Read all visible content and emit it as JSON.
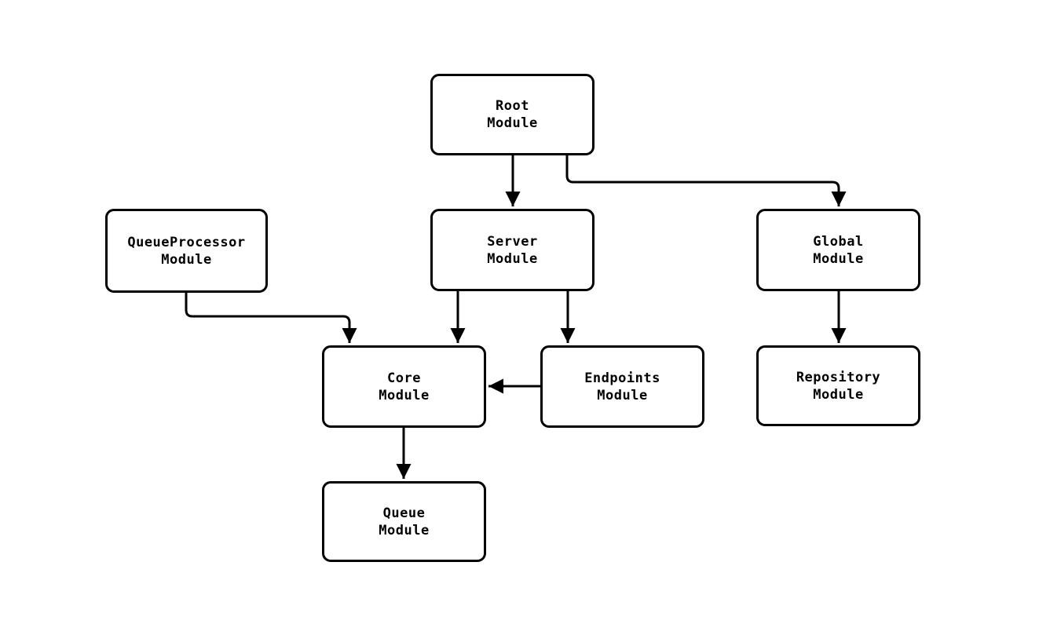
{
  "diagram": {
    "type": "module-dependency-graph",
    "background_color": "#ffffff",
    "node_fill_color": "#ffffff",
    "node_border_color": "#000000",
    "edge_color": "#000000",
    "text_color": "#000000",
    "nodes": [
      {
        "id": "root",
        "label": "Root\nModule"
      },
      {
        "id": "queueprocessor",
        "label": "QueueProcessor\nModule"
      },
      {
        "id": "server",
        "label": "Server\nModule"
      },
      {
        "id": "global",
        "label": "Global\nModule"
      },
      {
        "id": "core",
        "label": "Core\nModule"
      },
      {
        "id": "endpoints",
        "label": "Endpoints\nModule"
      },
      {
        "id": "repository",
        "label": "Repository\nModule"
      },
      {
        "id": "queue",
        "label": "Queue\nModule"
      }
    ],
    "edges": [
      {
        "from": "Root Module",
        "to": "Server Module"
      },
      {
        "from": "Root Module",
        "to": "Global Module"
      },
      {
        "from": "QueueProcessor Module",
        "to": "Core Module"
      },
      {
        "from": "Server Module",
        "to": "Core Module"
      },
      {
        "from": "Server Module",
        "to": "Endpoints Module"
      },
      {
        "from": "Endpoints Module",
        "to": "Core Module"
      },
      {
        "from": "Global Module",
        "to": "Repository Module"
      },
      {
        "from": "Core Module",
        "to": "Queue Module"
      }
    ]
  }
}
